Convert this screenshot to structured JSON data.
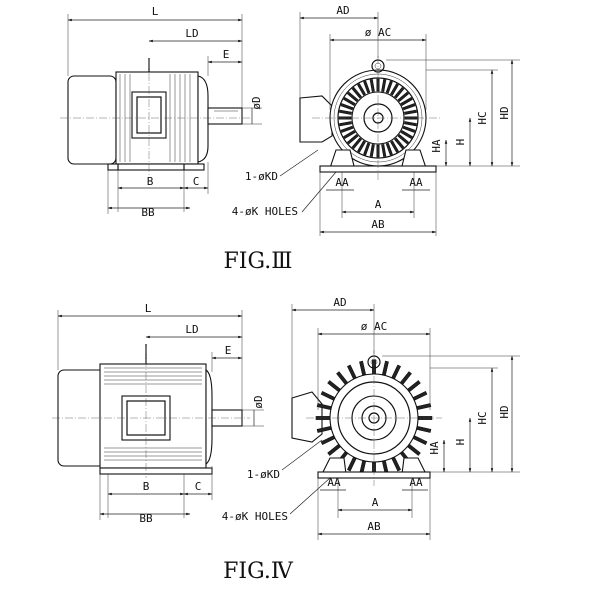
{
  "figure3": {
    "caption": "FIG.Ⅲ",
    "dims": {
      "L": "L",
      "LD": "LD",
      "E": "E",
      "D": "øD",
      "B": "B",
      "C": "C",
      "BB": "BB",
      "AD": "AD",
      "AC": "ø AC",
      "HD": "HD",
      "HC": "HC",
      "H": "H",
      "HA": "HA",
      "KD": "1-øKD",
      "AA_left": "AA",
      "AA_right": "AA",
      "A": "A",
      "AB": "AB",
      "K": "4-øK HOLES"
    }
  },
  "figure4": {
    "caption": "FIG.Ⅳ",
    "dims": {
      "L": "L",
      "LD": "LD",
      "E": "E",
      "D": "øD",
      "B": "B",
      "C": "C",
      "BB": "BB",
      "AD": "AD",
      "AC": "ø AC",
      "HD": "HD",
      "HC": "HC",
      "H": "H",
      "HA": "HA",
      "KD": "1-øKD",
      "AA_left": "AA",
      "AA_right": "AA",
      "A": "A",
      "AB": "AB",
      "K": "4-øK HOLES"
    }
  }
}
